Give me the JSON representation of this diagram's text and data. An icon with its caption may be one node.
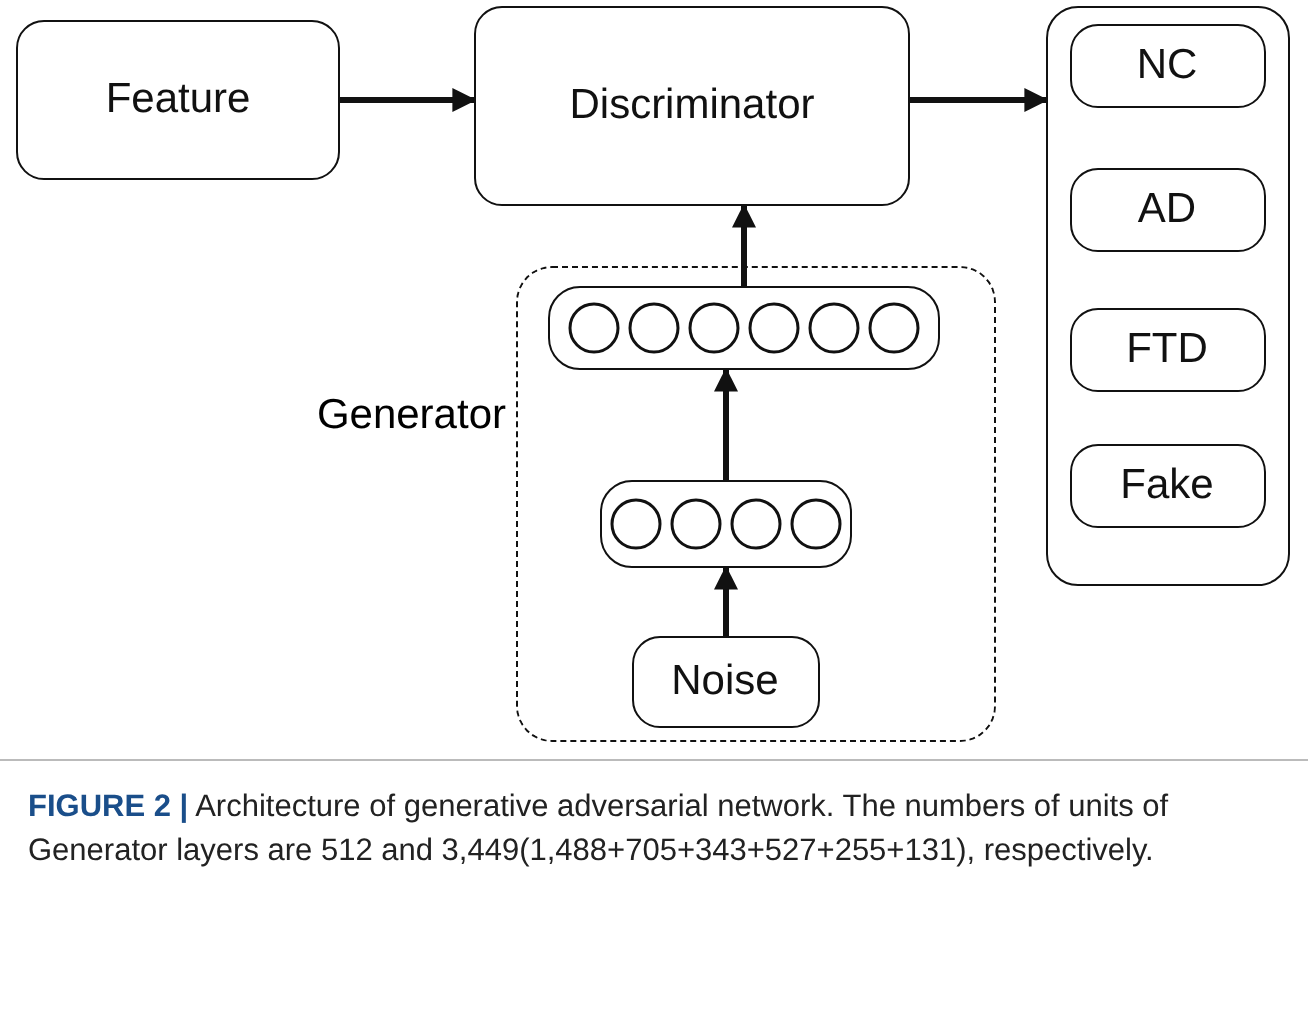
{
  "diagram": {
    "caption": "**FIGURE 2 |** Architecture of generative adversarial network. The numbers of units of Generator layers are 512 and 3,449(1,488+705+343+527+255+131), respectively.",
    "nodes": [
      {
        "text": [
          "Feature"
        ]
      },
      {
        "text": [
          "Discriminator"
        ]
      },
      {
        "text": [],
        "shape": "box"
      },
      {
        "text": [
          "NC"
        ],
        "in": 2
      },
      {
        "text": [
          "AD"
        ],
        "in": 2
      },
      {
        "text": [
          "FTD"
        ],
        "in": 2
      },
      {
        "text": [
          "Fake"
        ],
        "in": 2
      },
      {
        "text": [
          "Generator"
        ]
      },
      {
        "text": [],
        "shape": "box",
        "in": 7
      },
      {
        "text": [],
        "shape": "box",
        "in": 7
      },
      {
        "text": [
          "Noise"
        ],
        "in": 7
      }
    ],
    "edges": [
      {
        "from": 0,
        "to": 1,
        "arrow": "to"
      },
      {
        "from": 1,
        "to": 2,
        "arrow": "to"
      },
      {
        "from": 8,
        "to": 1,
        "arrow": "to"
      },
      {
        "from": 9,
        "to": 8,
        "arrow": "to"
      },
      {
        "from": 10,
        "to": 9,
        "arrow": "to"
      }
    ]
  }
}
